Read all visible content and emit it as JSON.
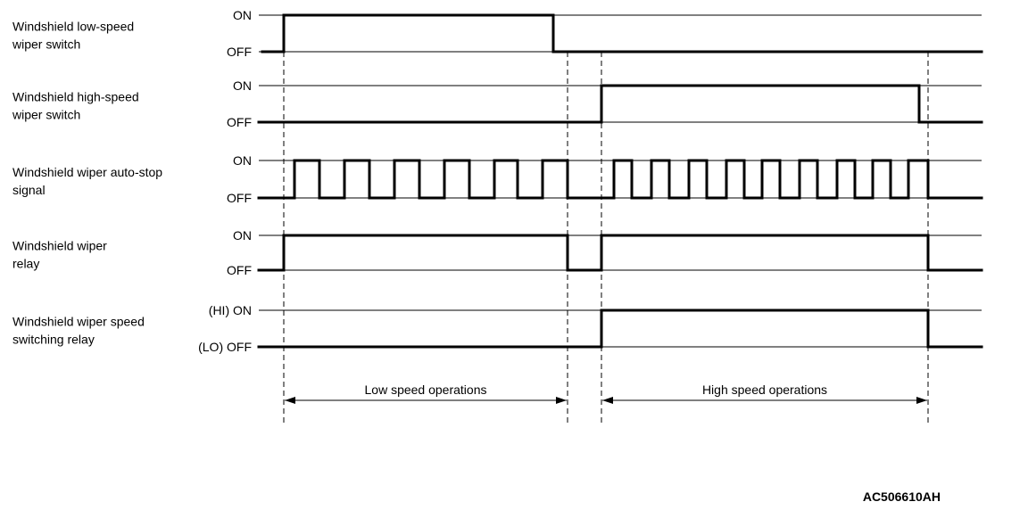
{
  "signals": [
    {
      "id": "low-speed-switch",
      "label_lines": [
        "Windshield low-speed",
        "wiper switch"
      ],
      "on_label": "ON",
      "off_label": "OFF",
      "transitions": [
        {
          "t": 0,
          "state": 0
        },
        {
          "t": 318,
          "state": 1
        },
        {
          "t": 620,
          "state": 0
        }
      ]
    },
    {
      "id": "high-speed-switch",
      "label_lines": [
        "Windshield high-speed",
        "wiper switch"
      ],
      "on_label": "ON",
      "off_label": "OFF",
      "transitions": [
        {
          "t": 0,
          "state": 0
        },
        {
          "t": 674,
          "state": 1
        },
        {
          "t": 1030,
          "state": 0
        }
      ]
    },
    {
      "id": "auto-stop-signal",
      "label_lines": [
        "Windshield wiper auto-stop",
        "signal"
      ],
      "on_label": "ON",
      "off_label": "OFF",
      "transitions": [
        {
          "t": 0,
          "state": 0
        },
        {
          "t": 330,
          "state": 1
        },
        {
          "t": 358,
          "state": 0
        },
        {
          "t": 386,
          "state": 1
        },
        {
          "t": 414,
          "state": 0
        },
        {
          "t": 442,
          "state": 1
        },
        {
          "t": 470,
          "state": 0
        },
        {
          "t": 498,
          "state": 1
        },
        {
          "t": 526,
          "state": 0
        },
        {
          "t": 554,
          "state": 1
        },
        {
          "t": 580,
          "state": 0
        },
        {
          "t": 608,
          "state": 1
        },
        {
          "t": 636,
          "state": 0
        },
        {
          "t": 688,
          "state": 1
        },
        {
          "t": 708,
          "state": 0
        },
        {
          "t": 730,
          "state": 1
        },
        {
          "t": 750,
          "state": 0
        },
        {
          "t": 772,
          "state": 1
        },
        {
          "t": 792,
          "state": 0
        },
        {
          "t": 814,
          "state": 1
        },
        {
          "t": 834,
          "state": 0
        },
        {
          "t": 854,
          "state": 1
        },
        {
          "t": 874,
          "state": 0
        },
        {
          "t": 896,
          "state": 1
        },
        {
          "t": 916,
          "state": 0
        },
        {
          "t": 938,
          "state": 1
        },
        {
          "t": 958,
          "state": 0
        },
        {
          "t": 978,
          "state": 1
        },
        {
          "t": 998,
          "state": 0
        },
        {
          "t": 1018,
          "state": 1
        },
        {
          "t": 1040,
          "state": 0
        }
      ]
    },
    {
      "id": "wiper-relay",
      "label_lines": [
        "Windshield wiper",
        "relay"
      ],
      "on_label": "ON",
      "off_label": "OFF",
      "transitions": [
        {
          "t": 0,
          "state": 0
        },
        {
          "t": 318,
          "state": 1
        },
        {
          "t": 636,
          "state": 0
        },
        {
          "t": 674,
          "state": 1
        },
        {
          "t": 1040,
          "state": 0
        }
      ]
    },
    {
      "id": "speed-switching-relay",
      "label_lines": [
        "Windshield wiper speed",
        "switching relay"
      ],
      "on_label": "(HI) ON",
      "off_label": "(LO) OFF",
      "transitions": [
        {
          "t": 0,
          "state": 0
        },
        {
          "t": 674,
          "state": 1
        },
        {
          "t": 1040,
          "state": 0
        }
      ]
    }
  ],
  "time_markers": [
    318,
    636,
    674,
    1040
  ],
  "operations": [
    {
      "label": "Low speed operations",
      "from": 318,
      "to": 636
    },
    {
      "label": "High speed operations",
      "from": 674,
      "to": 1040
    }
  ],
  "figure_code": "AC506610AH"
}
